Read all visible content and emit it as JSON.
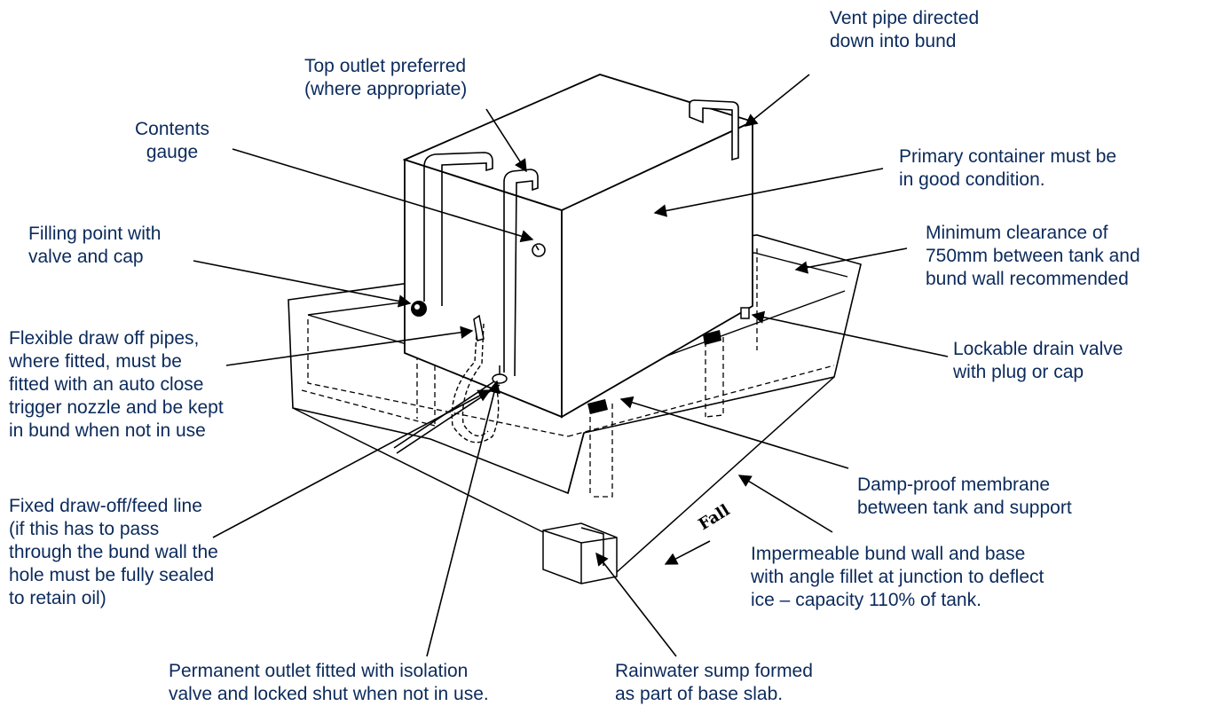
{
  "labels": {
    "vent_pipe": [
      "Vent pipe directed",
      "down into bund"
    ],
    "top_outlet": [
      "Top outlet preferred",
      "(where appropriate)"
    ],
    "contents_gauge": [
      "Contents",
      "gauge"
    ],
    "primary_container": [
      "Primary container must be",
      "in good condition."
    ],
    "filling_point": [
      "Filling point with",
      "valve and cap"
    ],
    "min_clearance": [
      "Minimum clearance of",
      "750mm between tank and",
      "bund wall recommended"
    ],
    "flexible_pipes": [
      "Flexible draw off pipes,",
      "where fitted, must be",
      "fitted with an auto close",
      "trigger nozzle and be kept",
      "in bund when not in use"
    ],
    "drain_valve": [
      "Lockable drain valve",
      "with plug or cap"
    ],
    "damp_proof": [
      "Damp-proof membrane",
      "between tank and support"
    ],
    "fixed_line": [
      "Fixed draw-off/feed line",
      "(if this has to pass",
      "through the bund wall the",
      "hole must be fully sealed",
      "to retain oil)"
    ],
    "bund_wall": [
      "Impermeable bund wall and base",
      "with angle fillet at junction to deflect",
      "ice – capacity 110% of tank."
    ],
    "permanent_outlet": [
      "Permanent outlet fitted with isolation",
      "valve and locked shut when not in use."
    ],
    "rainwater_sump": [
      "Rainwater sump formed",
      "as part of base slab."
    ]
  },
  "fall_text": "Fall",
  "colors": {
    "label_text": "#0b2a5b",
    "drawing": "#000000"
  }
}
